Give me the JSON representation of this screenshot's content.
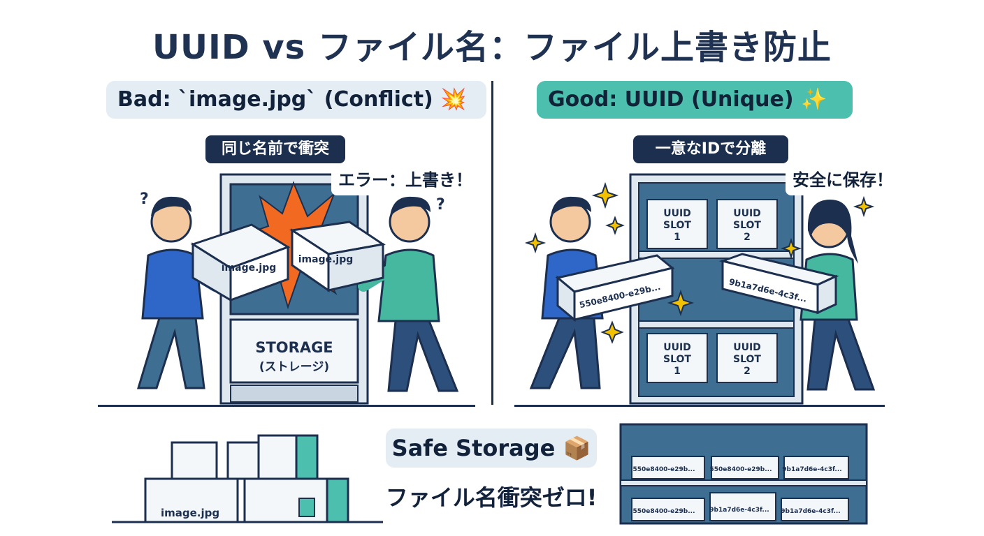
{
  "title": "UUID vs ファイル名：ファイル上書き防止",
  "bad": {
    "header": "Bad: `image.jpg` (Conflict) 💥",
    "subtitle": "同じ名前で衝突",
    "bubble": "エラー：上書き！",
    "box_label": "image.jpg",
    "storage_label": "STORAGE",
    "storage_sub": "(ストレージ)",
    "question_mark": "?"
  },
  "good": {
    "header": "Good: UUID (Unique) ✨",
    "subtitle": "一意なIDで分離",
    "bubble": "安全に保存！",
    "slot_title_1": "UUID",
    "slot_title_2": "SLOT",
    "slot_numbers": [
      "1",
      "2",
      "1",
      "2"
    ],
    "box_id_1": "550e8400-e29b...",
    "box_id_2": "9b1a7d6e-4c3f..."
  },
  "bottom": {
    "header": "Safe Storage 📦",
    "subtitle": "ファイル名衝突ゼロ!",
    "left_box_label": "image.jpg",
    "shelf_labels": [
      "550e8400-e29b...",
      "550e8400-e29b...",
      "9b1a7d6e-4c3f...",
      "550e8400-e29b...",
      "9b1a7d6e-4c3f...",
      "9b1a7d6e-4c3f..."
    ]
  },
  "colors": {
    "navy": "#1c2f4f",
    "teal": "#4dbfaf",
    "steel": "#3e6f92",
    "light": "#e4edf4",
    "orange": "#f26a21",
    "yellow": "#f2c100",
    "blue_jacket": "#2f67c9",
    "teal_jacket": "#45b89f"
  }
}
